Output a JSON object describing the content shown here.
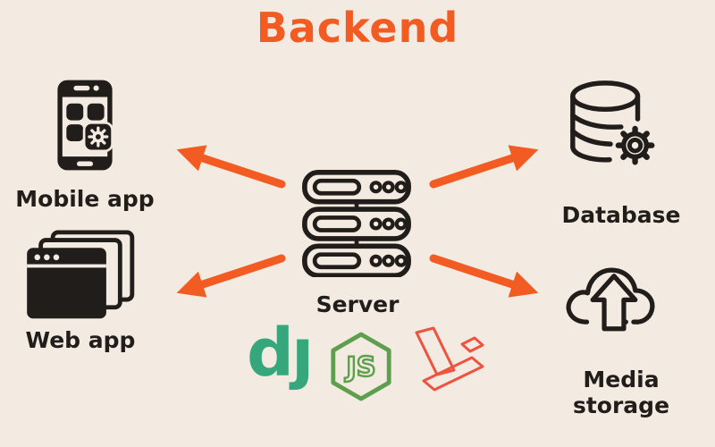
{
  "title": "Backend",
  "colors": {
    "background": "#F3EAE2",
    "ink": "#211D1A",
    "accent_orange": "#F25C22",
    "django_green": "#36A77C",
    "node_green": "#5D9F4D",
    "laravel_red": "#EF533F"
  },
  "nodes": {
    "mobile": {
      "label": "Mobile app"
    },
    "web": {
      "label": "Web app"
    },
    "server": {
      "label": "Server"
    },
    "database": {
      "label": "Database"
    },
    "media": {
      "label": "Media storage"
    }
  },
  "arrows": [
    {
      "from": "server",
      "to": "mobile"
    },
    {
      "from": "server",
      "to": "database"
    },
    {
      "from": "server",
      "to": "web"
    },
    {
      "from": "server",
      "to": "media"
    }
  ],
  "tech_logos": {
    "django": {
      "name": "Django",
      "display_text": "dȷ"
    },
    "nodejs": {
      "name": "Node.js",
      "display_text": "JS"
    },
    "laravel": {
      "name": "Laravel"
    }
  }
}
